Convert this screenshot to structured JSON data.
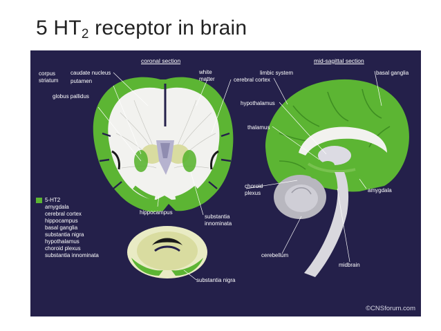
{
  "title": {
    "main": "5 HT",
    "sub": "2",
    "rest": " receptor in brain"
  },
  "headings": {
    "coronal": "coronal section",
    "sagittal": "mid-sagittal section"
  },
  "labels": {
    "corpus": "corpus",
    "striatum": "striatum",
    "caudate_nucleus": "caudate nucleus",
    "putamen": "putamen",
    "globus_pallidus": "globus pallidus",
    "white_matter_1": "white",
    "white_matter_2": "matter",
    "limbic_system": "limbic system",
    "cerebral_cortex": "cerebral cortex",
    "basal_ganglia": "basal ganglia",
    "hypothalamus": "hypothalamus",
    "thalamus": "thalamus",
    "choroid_1": "choroid",
    "choroid_2": "plexus",
    "amygdala": "amygdala",
    "hippocampus": "hippocampus",
    "substantia_innominata_1": "substantia",
    "substantia_innominata_2": "innominata",
    "cerebellum": "cerebellum",
    "midbrain": "midbrain",
    "substantia_nigra": "substantia nigra"
  },
  "legend": {
    "key": "5-HT2",
    "items": [
      "amygdala",
      "cerebral cortex",
      "hippocampus",
      "basal ganglia",
      "substantia nigra",
      "hypothalamus",
      "choroid plexus",
      "substantia innominata"
    ]
  },
  "copyright": "©CNSforum.com",
  "colors": {
    "background": "#24204a",
    "receptor_green": "#5cb533",
    "tissue_white": "#f2f2ef",
    "tissue_yellow": "#d9dca0",
    "grey": "#b8b7bf"
  }
}
